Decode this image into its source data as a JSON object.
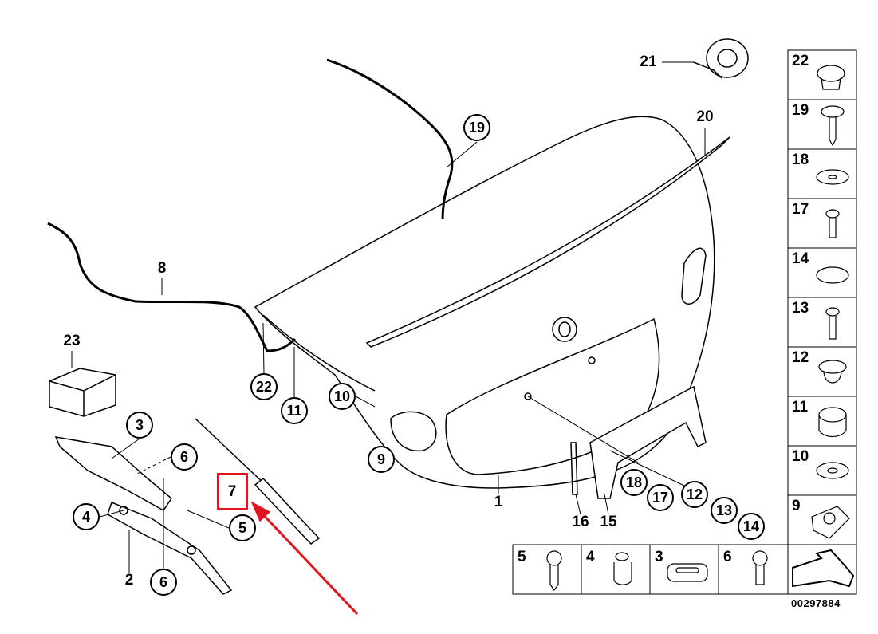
{
  "diagram": {
    "callouts_plain": [
      "21",
      "20",
      "8",
      "23",
      "7",
      "1",
      "16",
      "15",
      "2"
    ],
    "callouts_circled": [
      "19",
      "22",
      "11",
      "10",
      "9",
      "3",
      "6",
      "4",
      "5",
      "6",
      "18",
      "17",
      "12",
      "13",
      "14"
    ],
    "highlighted_callout": "7",
    "side_panel_items": [
      "22",
      "19",
      "18",
      "17",
      "14",
      "13",
      "12",
      "11",
      "10",
      "9"
    ],
    "bottom_panel_items": [
      "5",
      "4",
      "3",
      "6"
    ],
    "diagram_code": "00297884",
    "highlight_color": "#e0141e"
  }
}
